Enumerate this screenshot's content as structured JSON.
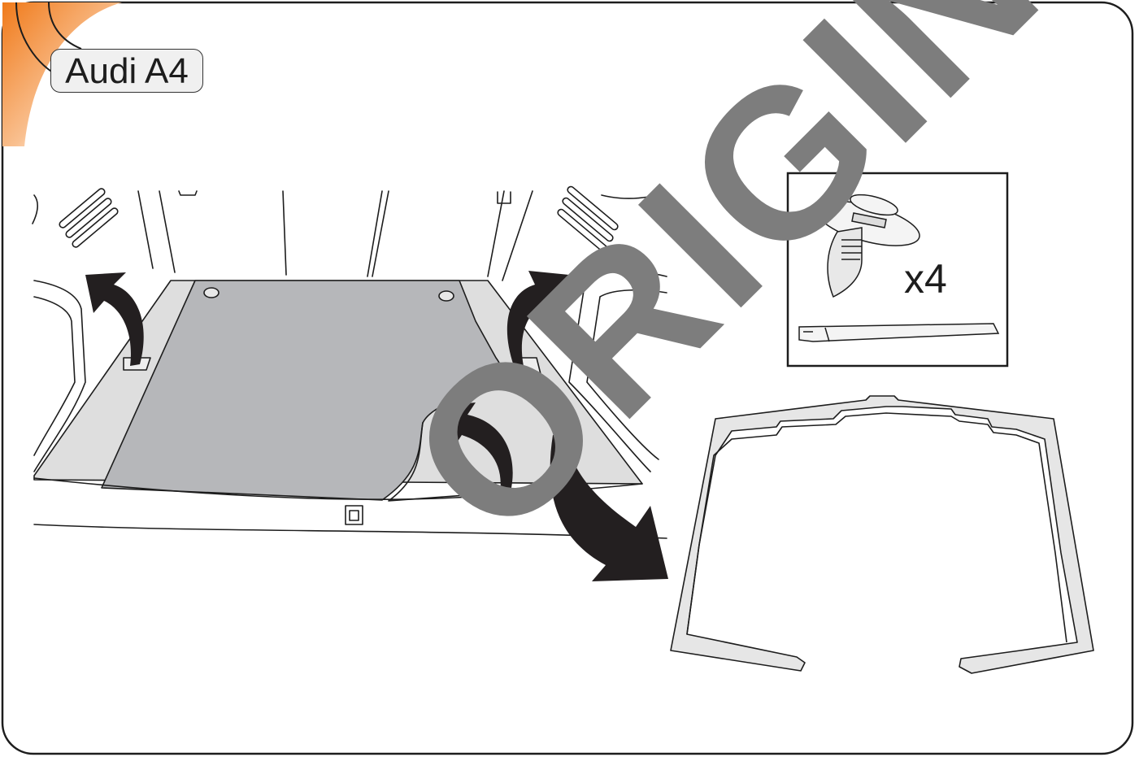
{
  "header": {
    "model": "Audi A4"
  },
  "parts_box": {
    "quantity": "x4",
    "clip_icon": "push-clip-icon",
    "tool_icon": "trim-removal-tool-icon"
  },
  "watermark": {
    "text": "ORIGINAL"
  },
  "colors": {
    "accent": "#f39a3c",
    "trim_panel": "#b6b7ba",
    "sill_panel": "#dedede",
    "arrow": "#231f20",
    "watermark": "#7d7d7d"
  }
}
